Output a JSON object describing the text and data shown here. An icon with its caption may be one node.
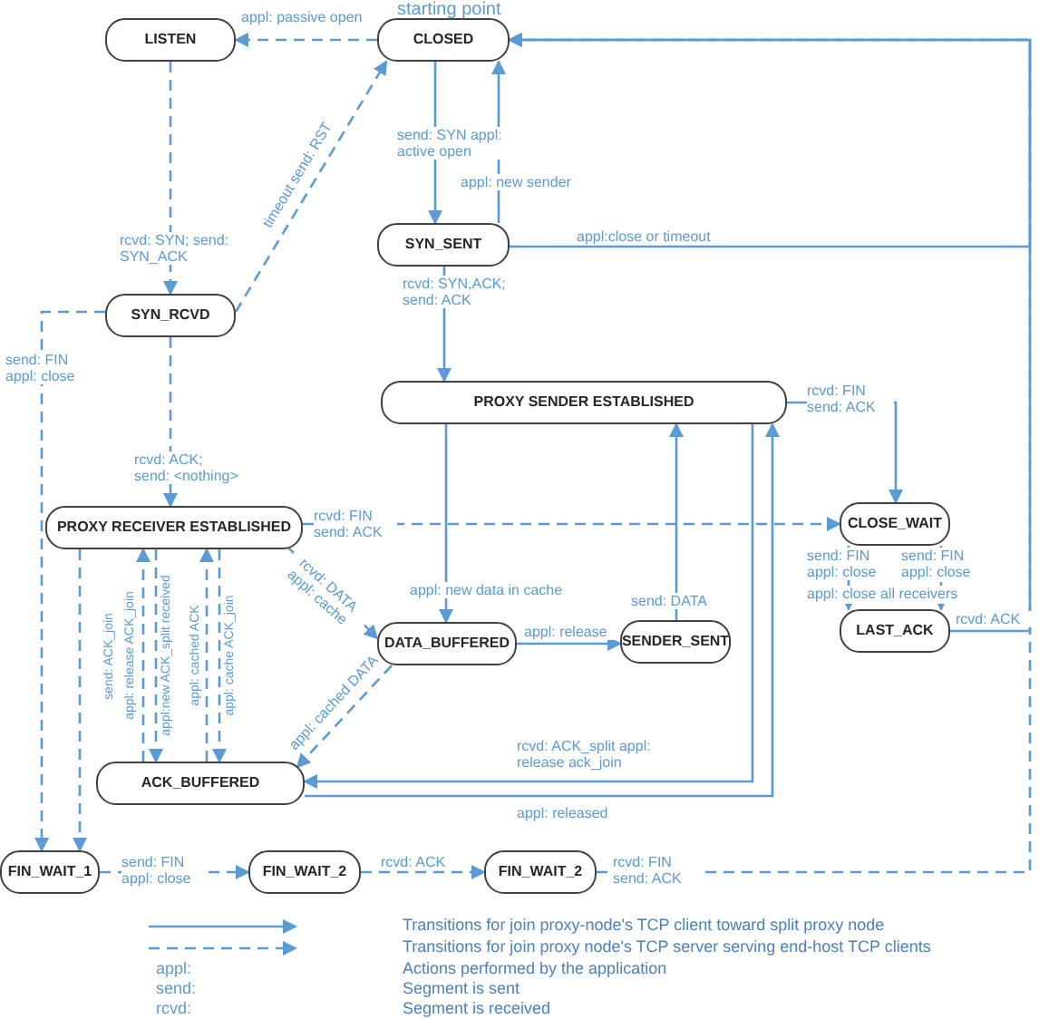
{
  "diagram": {
    "nodes": [
      {
        "text": [
          "LISTEN"
        ]
      },
      {
        "text": [
          "CLOSED"
        ],
        "beside": [
          "starting point"
        ]
      },
      {
        "text": [
          "SYN_SENT"
        ]
      },
      {
        "text": [
          "SYN_RCVD"
        ]
      },
      {
        "text": [
          "PROXY SENDER ESTABLISHED"
        ]
      },
      {
        "text": [
          "PROXY RECEIVER ESTABLISHED"
        ]
      },
      {
        "text": [
          "CLOSE_WAIT"
        ]
      },
      {
        "text": [
          "DATA_BUFFERED"
        ]
      },
      {
        "text": [
          "SENDER_SENT"
        ]
      },
      {
        "text": [
          "LAST_ACK"
        ]
      },
      {
        "text": [
          "ACK_BUFFERED"
        ]
      },
      {
        "text": [
          "FIN_WAIT_1"
        ]
      },
      {
        "text": [
          "FIN_WAIT_2"
        ]
      },
      {
        "text": [
          "FIN_WAIT_2"
        ]
      }
    ],
    "edges": [
      {
        "from": 1,
        "to": 0,
        "arrow": "to",
        "style": "dashed",
        "label": "appl: passive open"
      },
      {
        "from": 0,
        "to": 3,
        "arrow": "to",
        "style": "dashed",
        "label": "rcvd: SYN; send: SYN_ACK"
      },
      {
        "from": 3,
        "to": 1,
        "arrow": "to",
        "style": "dashed",
        "label": "timeout send: RST"
      },
      {
        "from": 1,
        "to": 2,
        "arrow": "to",
        "label": "send: SYN appl: active open"
      },
      {
        "from": 2,
        "to": 1,
        "arrow": "to",
        "label": "appl: new sender"
      },
      {
        "from": 2,
        "to": 1,
        "arrow": "to",
        "label": "appl:close or timeout"
      },
      {
        "from": 2,
        "to": 4,
        "arrow": "to",
        "label": "rcvd: SYN,ACK; send: ACK"
      },
      {
        "from": 3,
        "to": 5,
        "arrow": "to",
        "style": "dashed",
        "label": "rcvd: ACK; send: <nothing>"
      },
      {
        "from": 3,
        "to": 11,
        "arrow": "to",
        "style": "dashed",
        "label": "send: FIN appl: close"
      },
      {
        "from": 4,
        "to": 6,
        "arrow": "to",
        "label": "rcvd: FIN send: ACK"
      },
      {
        "from": 5,
        "to": 6,
        "arrow": "to",
        "style": "dashed",
        "label": "rcvd: FIN send: ACK"
      },
      {
        "from": 4,
        "to": 7,
        "arrow": "to",
        "label": "appl: new data in cache"
      },
      {
        "from": 5,
        "to": 7,
        "arrow": "to",
        "style": "dashed",
        "label": "rcvd: DATA appl: cache"
      },
      {
        "from": 7,
        "to": 8,
        "arrow": "to",
        "label": "appl: release"
      },
      {
        "from": 8,
        "to": 4,
        "arrow": "to",
        "label": "send: DATA"
      },
      {
        "from": 6,
        "to": 9,
        "arrow": "to",
        "label": "send: FIN appl: close"
      },
      {
        "from": 6,
        "to": 9,
        "arrow": "to",
        "style": "dashed",
        "label": "send: FIN appl: close"
      },
      {
        "from": 9,
        "to": 1,
        "arrow": "to",
        "label": "rcvd: ACK"
      },
      {
        "from": 5,
        "to": 11,
        "arrow": "to",
        "style": "dashed"
      },
      {
        "from": 10,
        "to": 5,
        "arrow": "to",
        "style": "dashed",
        "label": "appl: release ACK_join"
      },
      {
        "from": 5,
        "to": 10,
        "arrow": "to",
        "style": "dashed",
        "label": "appl:new ACK_split received"
      },
      {
        "from": 10,
        "to": 5,
        "arrow": "to",
        "style": "dashed",
        "label": "appl: cached ACK"
      },
      {
        "from": 5,
        "to": 10,
        "arrow": "to",
        "style": "dashed",
        "label": "appl: cache ACK_join"
      },
      {
        "from": 7,
        "to": 10,
        "arrow": "to",
        "style": "dashed",
        "label": "appl: cached DATA"
      },
      {
        "from": 4,
        "to": 10,
        "arrow": "to",
        "label": "rcvd: ACK_split appl: release ack_join"
      },
      {
        "from": 10,
        "to": 4,
        "arrow": "to",
        "label": "appl: released"
      },
      {
        "from": 11,
        "to": 12,
        "arrow": "to",
        "style": "dashed",
        "label": "send: FIN appl: close"
      },
      {
        "from": 12,
        "to": 13,
        "arrow": "to",
        "style": "dashed",
        "label": "rcvd: ACK"
      },
      {
        "from": 13,
        "to": 1,
        "arrow": "to",
        "style": "dashed",
        "label": "rcvd: FIN send: ACK"
      }
    ],
    "labels": [
      "appl: close all receivers",
      "send: ACK_join",
      "appl:",
      "Actions performed by the application",
      "send:",
      "Segment is sent",
      "rcvd:",
      "Segment is received"
    ],
    "legend": [
      {
        "text": "Transitions for join proxy-node's TCP client toward split proxy node"
      },
      {
        "text": "Transitions for join proxy node's TCP server serving end-host TCP clients"
      }
    ]
  }
}
